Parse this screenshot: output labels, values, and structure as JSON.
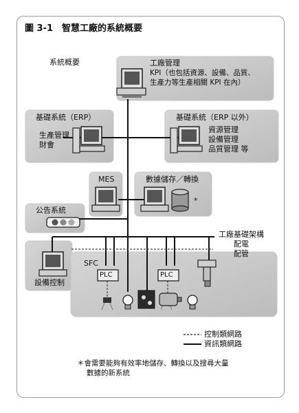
{
  "figure": {
    "title": "圖 3-1　智慧工廠的系統概要",
    "overview_label": "系統概要"
  },
  "nodes": {
    "factory_mgmt": {
      "title": "工廠管理",
      "line1": "KPI（也包括資源、設備、品質、",
      "line2": "生產力等生產相關 KPI 在內）"
    },
    "erp": {
      "title": "基礎系統（ERP）",
      "line1": "生產管理",
      "line2": "財會"
    },
    "non_erp": {
      "title": "基礎系統（ERP 以外）",
      "line1": "資源管理",
      "line2": "設備管理",
      "line3": "品質管理 等"
    },
    "mes": {
      "title": "MES"
    },
    "storage": {
      "title": "數據儲存／轉換",
      "mark": "*"
    },
    "announce": {
      "title": "公告系統"
    },
    "infra": {
      "title": "工廠基礎架構",
      "line1": "配電",
      "line2": "配管"
    },
    "equipment": {
      "title": "設備控制"
    },
    "sfc": {
      "title": "SFC"
    },
    "plc1": {
      "label": "PLC"
    },
    "plc2": {
      "label": "PLC"
    }
  },
  "legend": {
    "control": "控制類網路",
    "info": "資訊類網路"
  },
  "footnote": {
    "line1": "＊會需要能夠有效率地儲存、轉換以及搜尋大量",
    "line2": "數據的新系統"
  }
}
